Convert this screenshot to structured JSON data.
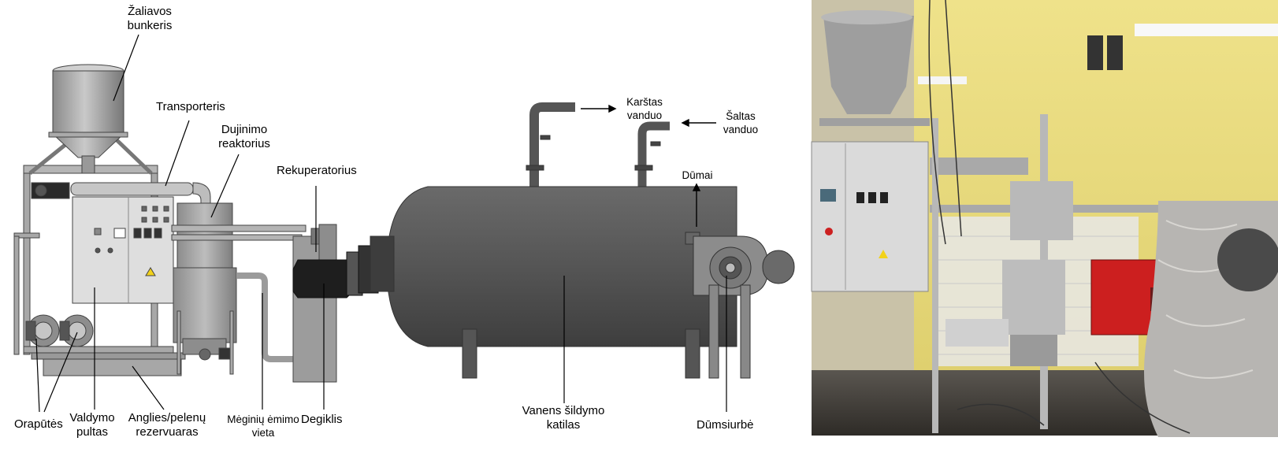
{
  "labels": {
    "raw_bunker": [
      "Žaliavos",
      "bunkeris"
    ],
    "conveyor": "Transporteris",
    "gasification_reactor": [
      "Dujinimo",
      "reaktorius"
    ],
    "recuperator": "Rekuperatorius",
    "hot_water": [
      "Karštas",
      "vanduo"
    ],
    "cold_water": [
      "Šaltas",
      "vanduo"
    ],
    "smoke": "Dūmai",
    "air_blowers": "Orapūtės",
    "control_panel": [
      "Valdymo",
      "pultas"
    ],
    "ash_reservoir": [
      "Anglies/pelenų",
      "rezervuaras"
    ],
    "sampling_point": [
      "Mėginių ėmimo",
      "vieta"
    ],
    "burner": "Degiklis",
    "water_boiler": [
      "Vanens šildymo",
      "katilas"
    ],
    "smoke_exhauster": "Dūmsiurbė"
  },
  "colors": {
    "steel_light": "#c8c8c8",
    "steel_mid": "#9a9a9a",
    "boiler_dark": "#555555",
    "burner_black": "#1e1e1e",
    "photo_wall": "#e9dc7c",
    "photo_burner": "#cc1f1f"
  }
}
